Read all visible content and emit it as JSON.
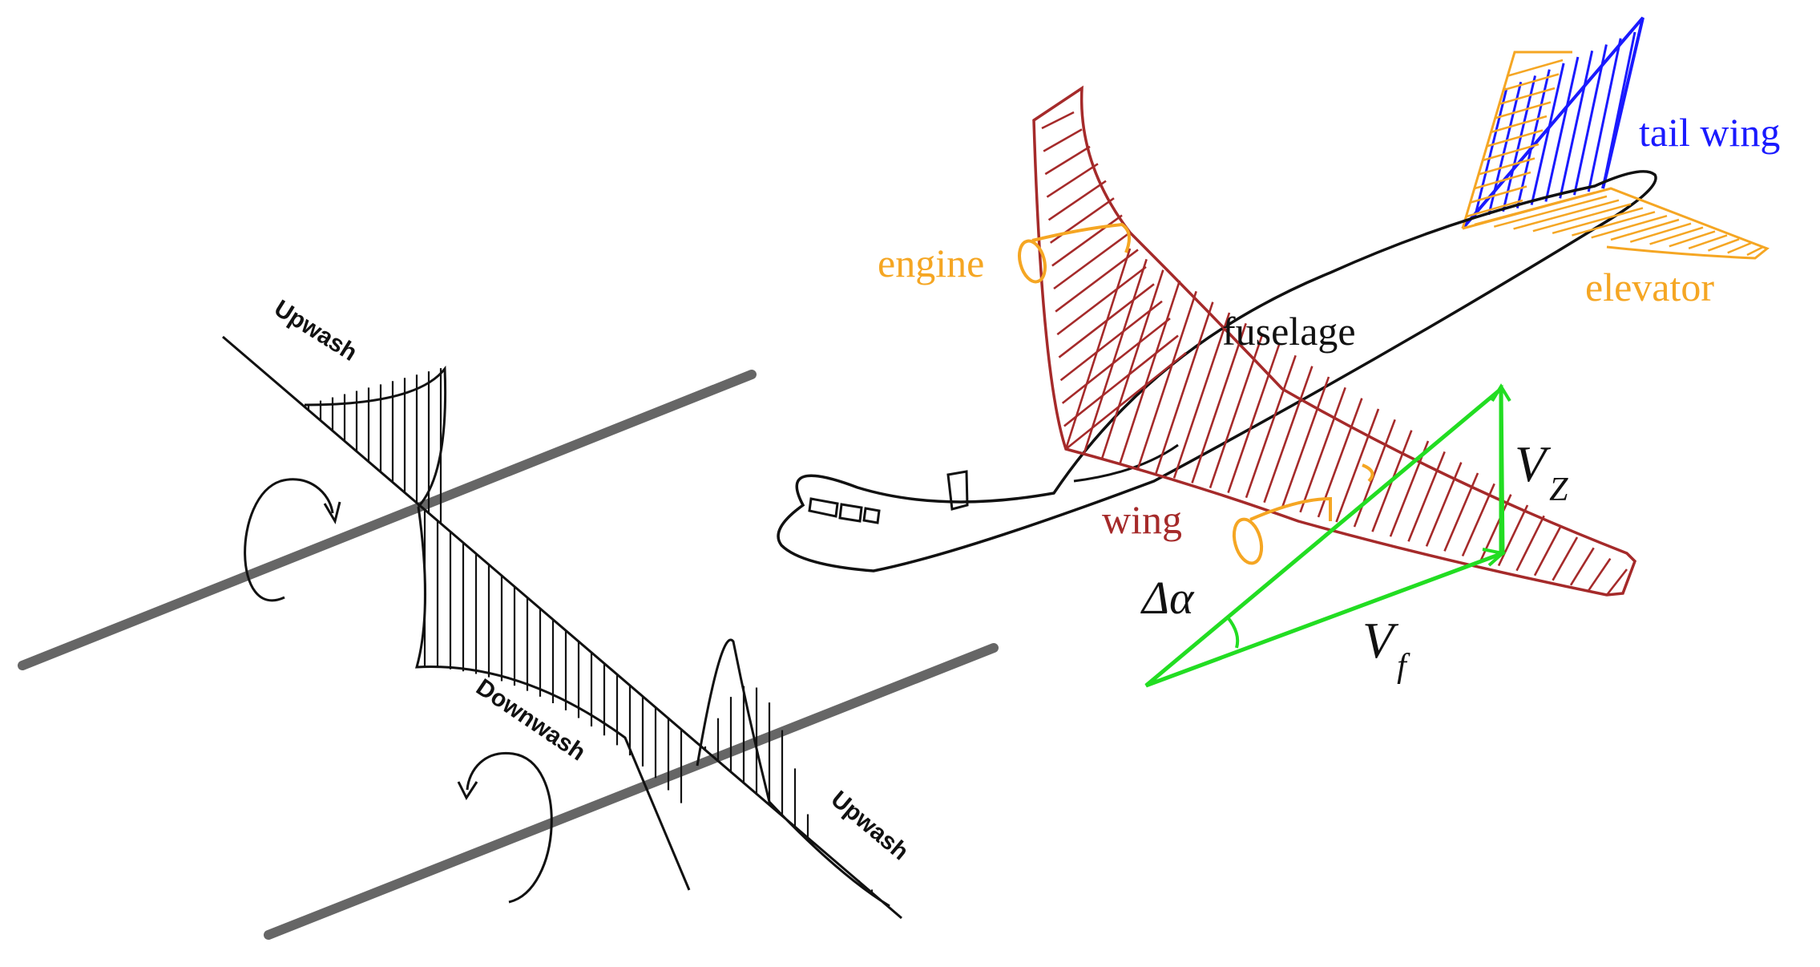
{
  "wake_diagram": {
    "upwash_left": "Upwash",
    "downwash": "Downwash",
    "upwash_right": "Upwash"
  },
  "aircraft": {
    "tail_wing": "tail wing",
    "engine": "engine",
    "elevator": "elevator",
    "fuselage": "fuselage",
    "wing": "wing"
  },
  "velocity_triangle": {
    "vz": "V",
    "vz_sub": "Z",
    "vf": "V",
    "vf_sub": "f",
    "angle": "Δα"
  },
  "colors": {
    "tail_wing": "#1a1aff",
    "engine": "#f5a623",
    "elevator": "#f5a623",
    "wing": "#a52a2a",
    "fuselage": "#111111",
    "triangle": "#22dd22",
    "vortex_line": "#666666"
  }
}
